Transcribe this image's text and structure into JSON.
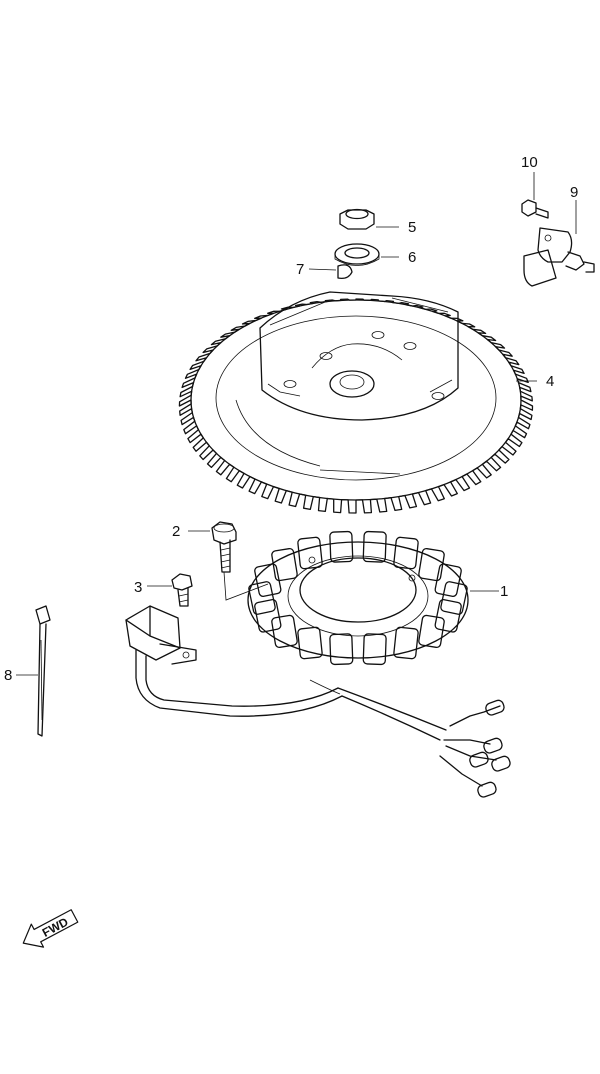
{
  "callouts": [
    {
      "number": "1",
      "part": "stator"
    },
    {
      "number": "2",
      "part": "stator-bolt"
    },
    {
      "number": "3",
      "part": "pulser-bolt"
    },
    {
      "number": "4",
      "part": "flywheel"
    },
    {
      "number": "5",
      "part": "flywheel-nut"
    },
    {
      "number": "6",
      "part": "washer"
    },
    {
      "number": "7",
      "part": "key"
    },
    {
      "number": "8",
      "part": "cable-tie"
    },
    {
      "number": "9",
      "part": "sensor"
    },
    {
      "number": "10",
      "part": "sensor-bolt"
    }
  ],
  "fwd_label": "FWD",
  "icons": {
    "fwd": "fwd-arrow-icon"
  }
}
